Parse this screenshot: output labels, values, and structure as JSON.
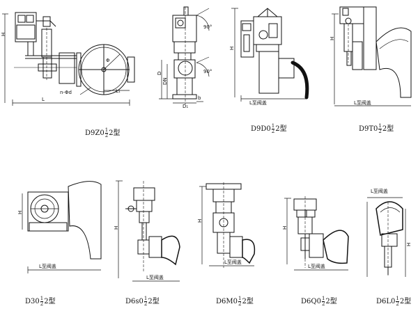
{
  "models": [
    {
      "id": "d9z0",
      "code": "D9Z0",
      "num": "1",
      "den": "2",
      "suffix": "2型"
    },
    {
      "id": "d9d0",
      "code": "D9D0",
      "num": "1",
      "den": "2",
      "suffix": "2型"
    },
    {
      "id": "d9t0",
      "code": "D9T0",
      "num": "1",
      "den": "2",
      "suffix": "2型"
    },
    {
      "id": "d30",
      "code": "D30",
      "num": "1",
      "den": "2",
      "suffix": "2型"
    },
    {
      "id": "d6s0",
      "code": "D6s0",
      "num": "1",
      "den": "2",
      "suffix": "2型"
    },
    {
      "id": "d6m0",
      "code": "D6M0",
      "num": "1",
      "den": "2",
      "suffix": "2型"
    },
    {
      "id": "d6q0",
      "code": "D6Q0",
      "num": "1",
      "den": "2",
      "suffix": "2型"
    },
    {
      "id": "d6l0",
      "code": "D6L0",
      "num": "1",
      "den": "2",
      "suffix": "2型"
    }
  ],
  "dims": {
    "H": "H",
    "L": "L",
    "L1": "L₁",
    "n_phi_d": "n-Φd",
    "D": "D",
    "DN": "DN",
    "D1": "D₁",
    "b": "b",
    "deg90": "90°",
    "phi": "Φ",
    "L_to_cover": "L至阀盖"
  }
}
